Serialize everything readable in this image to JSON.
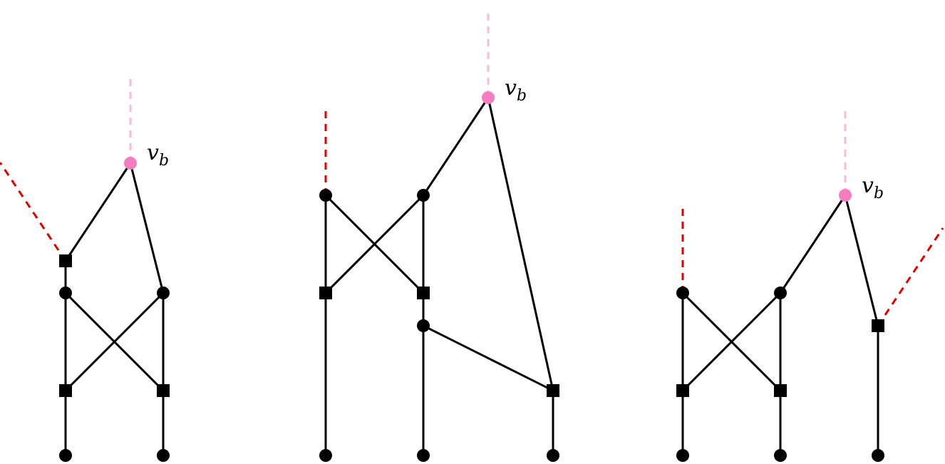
{
  "colors": {
    "edge": "#000000",
    "node": "#000000",
    "special_node": "#f47dbf",
    "dashed_red": "#e00000",
    "dashed_pink": "#f7bcd2"
  },
  "label": {
    "main": "v",
    "sub": "b"
  },
  "graphs": [
    {
      "name": "graph-left",
      "nodes": [
        {
          "id": "vb",
          "shape": "circle",
          "special": true,
          "labeled": true
        },
        {
          "id": "s1",
          "shape": "square"
        },
        {
          "id": "c1",
          "shape": "circle"
        },
        {
          "id": "c2",
          "shape": "circle"
        },
        {
          "id": "s2",
          "shape": "square"
        },
        {
          "id": "s3",
          "shape": "square"
        },
        {
          "id": "b1",
          "shape": "circle"
        },
        {
          "id": "b2",
          "shape": "circle"
        }
      ],
      "edges": [
        [
          "vb",
          "s1"
        ],
        [
          "vb",
          "c2"
        ],
        [
          "s1",
          "c1"
        ],
        [
          "c1",
          "s2"
        ],
        [
          "c1",
          "s3"
        ],
        [
          "c2",
          "s2"
        ],
        [
          "c2",
          "s3"
        ],
        [
          "s2",
          "b1"
        ],
        [
          "s3",
          "b2"
        ]
      ],
      "half_edges": [
        {
          "from": "vb",
          "color": "dashed_pink"
        },
        {
          "from": "s1",
          "color": "dashed_red"
        }
      ]
    },
    {
      "name": "graph-middle",
      "nodes": [
        {
          "id": "vb",
          "shape": "circle",
          "special": true,
          "labeled": true
        },
        {
          "id": "a1",
          "shape": "circle"
        },
        {
          "id": "a2",
          "shape": "circle"
        },
        {
          "id": "q1",
          "shape": "square"
        },
        {
          "id": "q2",
          "shape": "square"
        },
        {
          "id": "m",
          "shape": "circle"
        },
        {
          "id": "q3",
          "shape": "square"
        },
        {
          "id": "b1",
          "shape": "circle"
        },
        {
          "id": "b2",
          "shape": "circle"
        },
        {
          "id": "b3",
          "shape": "circle"
        }
      ],
      "edges": [
        [
          "vb",
          "a2"
        ],
        [
          "vb",
          "q3"
        ],
        [
          "a1",
          "q1"
        ],
        [
          "a1",
          "q2"
        ],
        [
          "a2",
          "q1"
        ],
        [
          "a2",
          "q2"
        ],
        [
          "q2",
          "m"
        ],
        [
          "m",
          "q3"
        ],
        [
          "q1",
          "b1"
        ],
        [
          "m",
          "b2"
        ],
        [
          "q3",
          "b3"
        ]
      ],
      "half_edges": [
        {
          "from": "vb",
          "color": "dashed_pink"
        },
        {
          "from": "a1",
          "color": "dashed_red"
        }
      ]
    },
    {
      "name": "graph-right",
      "nodes": [
        {
          "id": "vb",
          "shape": "circle",
          "special": true,
          "labeled": true
        },
        {
          "id": "c1",
          "shape": "circle"
        },
        {
          "id": "c2",
          "shape": "circle"
        },
        {
          "id": "r",
          "shape": "square"
        },
        {
          "id": "s1",
          "shape": "square"
        },
        {
          "id": "s2",
          "shape": "square"
        },
        {
          "id": "b1",
          "shape": "circle"
        },
        {
          "id": "b2",
          "shape": "circle"
        },
        {
          "id": "b3",
          "shape": "circle"
        }
      ],
      "edges": [
        [
          "vb",
          "c2"
        ],
        [
          "vb",
          "r"
        ],
        [
          "c1",
          "s1"
        ],
        [
          "c1",
          "s2"
        ],
        [
          "c2",
          "s1"
        ],
        [
          "c2",
          "s2"
        ],
        [
          "s1",
          "b1"
        ],
        [
          "s2",
          "b2"
        ],
        [
          "r",
          "b3"
        ]
      ],
      "half_edges": [
        {
          "from": "vb",
          "color": "dashed_pink"
        },
        {
          "from": "c1",
          "color": "dashed_red"
        },
        {
          "from": "r",
          "color": "dashed_red"
        }
      ]
    }
  ]
}
